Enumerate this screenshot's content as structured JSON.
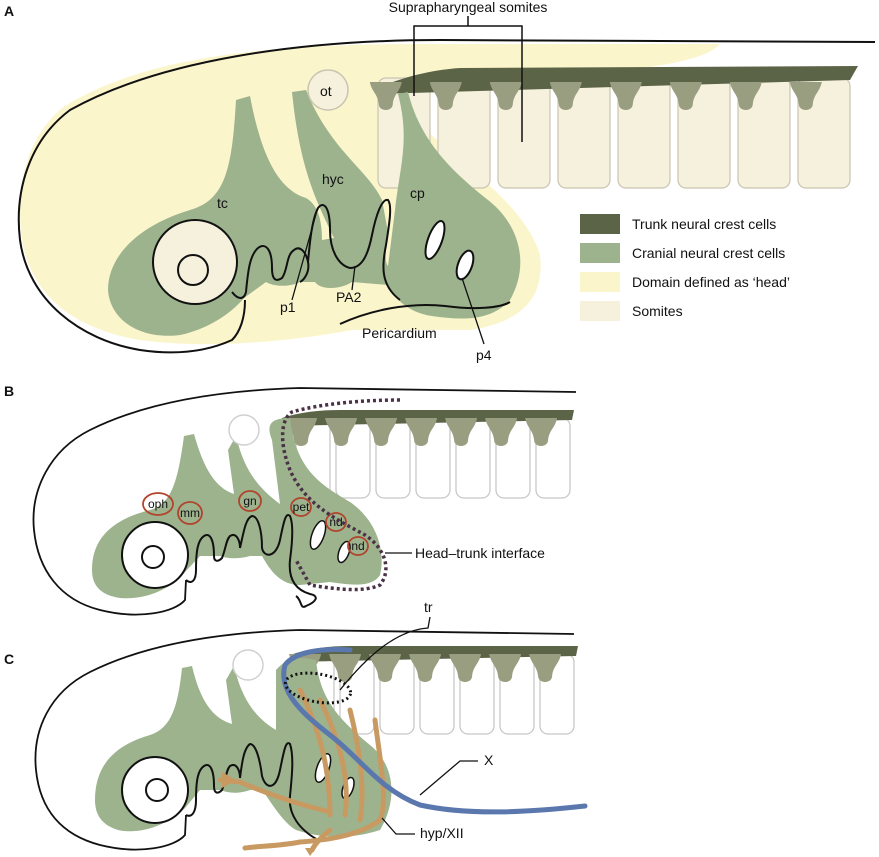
{
  "panels": {
    "a": {
      "letter": "A",
      "title": "Suprapharyngeal somites",
      "labels": {
        "ot": "ot",
        "tc": "tc",
        "hyc": "hyc",
        "cp": "cp",
        "p1": "p1",
        "pa2": "PA2",
        "pericardium": "Pericardium",
        "p4": "p4"
      },
      "legend": [
        {
          "label": "Trunk neural crest cells",
          "color": "#5c6448"
        },
        {
          "label": "Cranial neural crest cells",
          "color": "#9db38e"
        },
        {
          "label": "Domain defined as ‘head’",
          "color": "#fbf5cc"
        },
        {
          "label": "Somites",
          "color": "#f6f1dd"
        }
      ]
    },
    "b": {
      "letter": "B",
      "placodes": [
        "oph",
        "mm",
        "gn",
        "pet",
        "nd",
        "nd"
      ],
      "interface_label": "Head–trunk interface"
    },
    "c": {
      "letter": "C",
      "labels": {
        "tr": "tr",
        "x": "X",
        "hyp": "hyp/XII"
      }
    }
  },
  "colors": {
    "trunk_nc": "#5c6448",
    "cranial_nc": "#9db38e",
    "head": "#fbf5cc",
    "somite": "#f6f1dd",
    "placode_ring": "#b0442c",
    "interface_dash": "#4a3146",
    "nerve_x": "#5a78ad",
    "nerve_hyp": "#c89a62",
    "outline": "#111111"
  }
}
